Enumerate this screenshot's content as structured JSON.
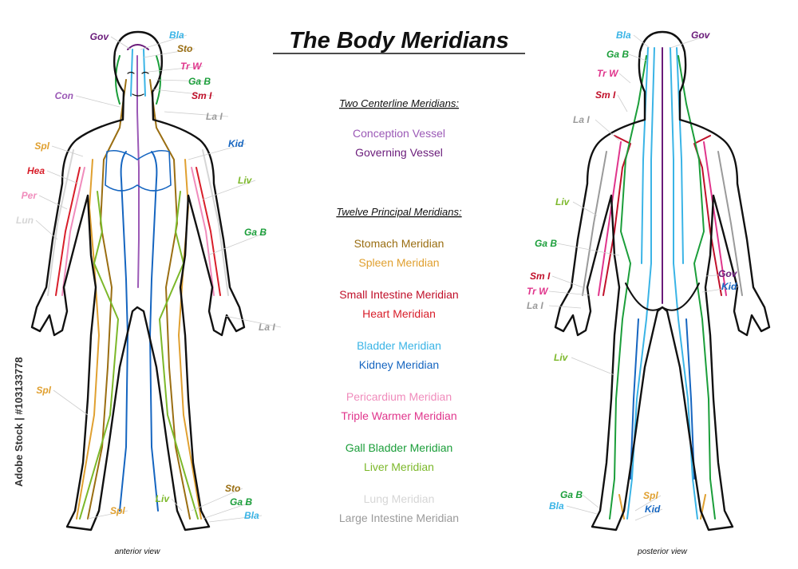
{
  "title": "The Body Meridians",
  "colors": {
    "conception": "#9b59b6",
    "governing": "#6a1b7a",
    "stomach": "#9a6e12",
    "spleen": "#e0a030",
    "small_intestine": "#c0102a",
    "heart": "#d81e2a",
    "bladder": "#3ab4e6",
    "kidney": "#1565c0",
    "pericardium": "#f08cbc",
    "triple_warmer": "#e0358c",
    "gall_bladder": "#1b9e3a",
    "liver": "#7cb82a",
    "lung": "#d6d6d6",
    "large_intestine": "#9a9a9a",
    "outline": "#111111"
  },
  "legend": {
    "centerline_header": "Two Centerline Meridians:",
    "centerline": [
      {
        "label": "Conception Vessel",
        "color": "#9b59b6"
      },
      {
        "label": "Governing Vessel",
        "color": "#6a1b7a"
      }
    ],
    "principal_header": "Twelve Principal Meridians:",
    "groups": [
      [
        {
          "label": "Stomach Meridian",
          "color": "#9a6e12"
        },
        {
          "label": "Spleen Meridian",
          "color": "#e0a030"
        }
      ],
      [
        {
          "label": "Small Intestine Meridian",
          "color": "#c0102a"
        },
        {
          "label": "Heart Meridian",
          "color": "#d81e2a"
        }
      ],
      [
        {
          "label": "Bladder Meridian",
          "color": "#3ab4e6"
        },
        {
          "label": "Kidney Meridian",
          "color": "#1565c0"
        }
      ],
      [
        {
          "label": "Pericardium Meridian",
          "color": "#f08cbc"
        },
        {
          "label": "Triple Warmer Meridian",
          "color": "#e0358c"
        }
      ],
      [
        {
          "label": "Gall Bladder Meridian",
          "color": "#1b9e3a"
        },
        {
          "label": "Liver Meridian",
          "color": "#7cb82a"
        }
      ],
      [
        {
          "label": "Lung Meridian",
          "color": "#d6d6d6"
        },
        {
          "label": "Large Intestine Meridian",
          "color": "#9a9a9a"
        }
      ]
    ]
  },
  "anterior": {
    "caption": "anterior view",
    "labels": [
      {
        "text": "Gov",
        "color": "#6a1b7a"
      },
      {
        "text": "Bla",
        "color": "#3ab4e6"
      },
      {
        "text": "Sto",
        "color": "#9a6e12"
      },
      {
        "text": "Tr W",
        "color": "#e0358c"
      },
      {
        "text": "Ga B",
        "color": "#1b9e3a"
      },
      {
        "text": "Sm I",
        "color": "#c0102a"
      },
      {
        "text": "Con",
        "color": "#9b59b6"
      },
      {
        "text": "La I",
        "color": "#9a9a9a"
      },
      {
        "text": "Spl",
        "color": "#e0a030"
      },
      {
        "text": "Kid",
        "color": "#1565c0"
      },
      {
        "text": "Hea",
        "color": "#d81e2a"
      },
      {
        "text": "Liv",
        "color": "#7cb82a"
      },
      {
        "text": "Per",
        "color": "#f08cbc"
      },
      {
        "text": "Lun",
        "color": "#d6d6d6"
      },
      {
        "text": "Ga B",
        "color": "#1b9e3a"
      },
      {
        "text": "La I",
        "color": "#9a9a9a"
      },
      {
        "text": "Spl",
        "color": "#e0a030"
      },
      {
        "text": "Sto",
        "color": "#9a6e12"
      },
      {
        "text": "Liv",
        "color": "#7cb82a"
      },
      {
        "text": "Ga B",
        "color": "#1b9e3a"
      },
      {
        "text": "Spl",
        "color": "#e0a030"
      },
      {
        "text": "Bla",
        "color": "#3ab4e6"
      }
    ]
  },
  "posterior": {
    "caption": "posterior view",
    "labels": [
      {
        "text": "Bla",
        "color": "#3ab4e6"
      },
      {
        "text": "Gov",
        "color": "#6a1b7a"
      },
      {
        "text": "Ga B",
        "color": "#1b9e3a"
      },
      {
        "text": "Tr W",
        "color": "#e0358c"
      },
      {
        "text": "Sm I",
        "color": "#c0102a"
      },
      {
        "text": "La I",
        "color": "#9a9a9a"
      },
      {
        "text": "Liv",
        "color": "#7cb82a"
      },
      {
        "text": "Ga B",
        "color": "#1b9e3a"
      },
      {
        "text": "Sm I",
        "color": "#c0102a"
      },
      {
        "text": "Gov",
        "color": "#6a1b7a"
      },
      {
        "text": "Tr W",
        "color": "#e0358c"
      },
      {
        "text": "Kid",
        "color": "#1565c0"
      },
      {
        "text": "La I",
        "color": "#9a9a9a"
      },
      {
        "text": "Liv",
        "color": "#7cb82a"
      },
      {
        "text": "Ga B",
        "color": "#1b9e3a"
      },
      {
        "text": "Spl",
        "color": "#e0a030"
      },
      {
        "text": "Bla",
        "color": "#3ab4e6"
      },
      {
        "text": "Kid",
        "color": "#1565c0"
      }
    ]
  },
  "watermark": "Adobe Stock | #103133778"
}
